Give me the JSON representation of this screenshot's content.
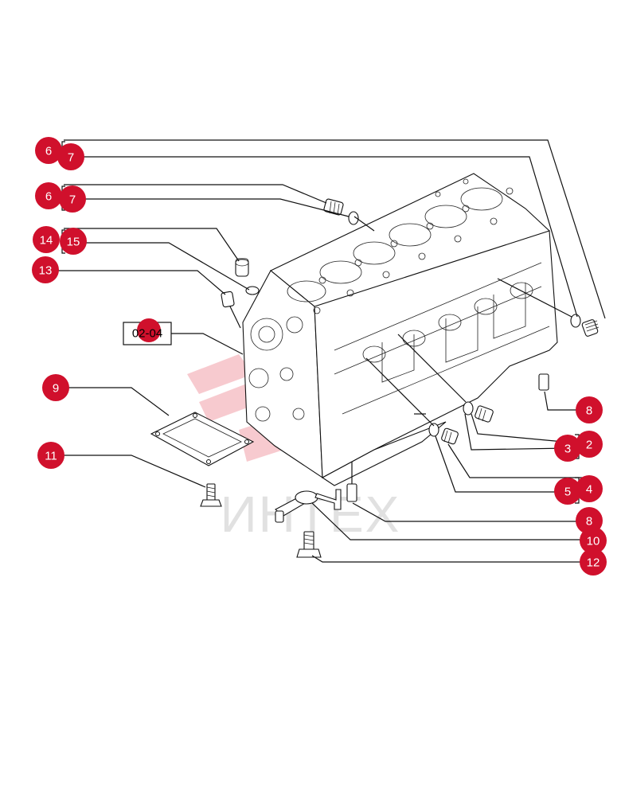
{
  "figure": {
    "reference_box": "02-04",
    "watermark_text": "ИНТЕХ",
    "callout_color": "#d0102c",
    "watermark_color": "#f2a0a8"
  },
  "callouts": [
    {
      "id": "c6a",
      "label": "6"
    },
    {
      "id": "c7a",
      "label": "7"
    },
    {
      "id": "c6b",
      "label": "6"
    },
    {
      "id": "c7b",
      "label": "7"
    },
    {
      "id": "c14",
      "label": "14"
    },
    {
      "id": "c15",
      "label": "15"
    },
    {
      "id": "c13",
      "label": "13"
    },
    {
      "id": "c9",
      "label": "9"
    },
    {
      "id": "c11",
      "label": "11"
    },
    {
      "id": "c8a",
      "label": "8"
    },
    {
      "id": "c3",
      "label": "3"
    },
    {
      "id": "c2",
      "label": "2"
    },
    {
      "id": "c5",
      "label": "5"
    },
    {
      "id": "c4",
      "label": "4"
    },
    {
      "id": "c8b",
      "label": "8"
    },
    {
      "id": "c10",
      "label": "10"
    },
    {
      "id": "c12",
      "label": "12"
    }
  ]
}
